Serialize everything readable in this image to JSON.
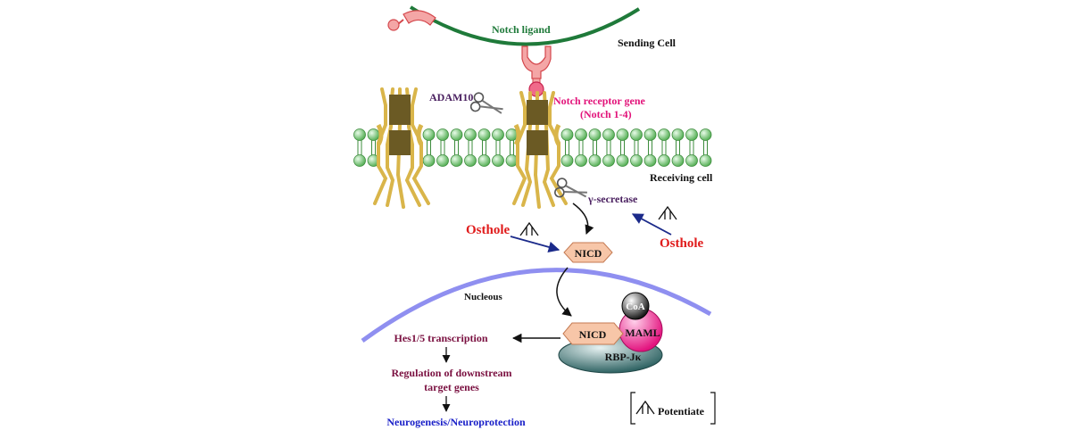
{
  "labels": {
    "sending_cell": "Sending Cell",
    "notch_ligand": "Notch ligand",
    "adam10": "ADAM10",
    "notch_receptor_line1": "Notch receptor gene",
    "notch_receptor_line2": "(Notch 1-4)",
    "receiving_cell": "Receiving cell",
    "gamma_secretase": "γ-secretase",
    "osthole_left": "Osthole",
    "osthole_right": "Osthole",
    "nicd": "NICD",
    "nicd_complex": "NICD",
    "nucleus": "Nucleous",
    "coa": "CoA",
    "maml": "MAML",
    "rbp": "RBP-Jκ",
    "hes_transcription": "Hes1/5 transcription",
    "regulation_line1": "Regulation of downstream",
    "regulation_line2": "target genes",
    "outcome": "Neurogenesis/Neuroprotection",
    "legend_potentiate": "Potentiate"
  },
  "colors": {
    "sending_membrane": "#1f7a3a",
    "ligand": "#f4a6a6",
    "ligand_stroke": "#d4474c",
    "membrane_bead": "#7fcf7f",
    "receptor": "#d9b54a",
    "receptor_dark": "#6b5a24",
    "nucleus": "#8f8ff0",
    "osthole": "#e01b1b",
    "adam10": "#4a2060",
    "notch_receptor": "#e2137a",
    "hes": "#7a1040",
    "outcome": "#1a20c8",
    "nicd_fill": "#f7c6a8",
    "maml_fill": "#ec3f9a",
    "rbp_fill": "#3c6f6f",
    "arrow_blue": "#1b2a8a"
  },
  "icons": [
    "scissors-icon",
    "potentiate-arrow-icon"
  ]
}
